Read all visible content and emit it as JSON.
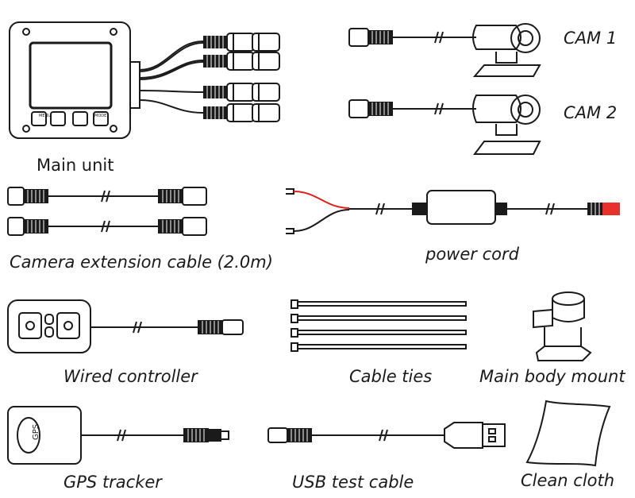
{
  "items": {
    "main_unit": "Main unit",
    "cam1": "CAM 1",
    "cam2": "CAM 2",
    "ext_cable": "Camera extension cable (2.0m)",
    "power_cord": "power cord",
    "wired_controller": "Wired controller",
    "cable_ties": "Cable ties",
    "body_mount": "Main body mount",
    "gps": "GPS tracker",
    "usb": "USB test cable",
    "cloth": "Clean cloth"
  },
  "buttons": {
    "menu": "MENU",
    "mode": "MODE"
  },
  "gps_label": "GPS",
  "colors": {
    "line": "#1a1a1a",
    "wire_red": "#e0201c",
    "plug_red": "#e8312a"
  }
}
